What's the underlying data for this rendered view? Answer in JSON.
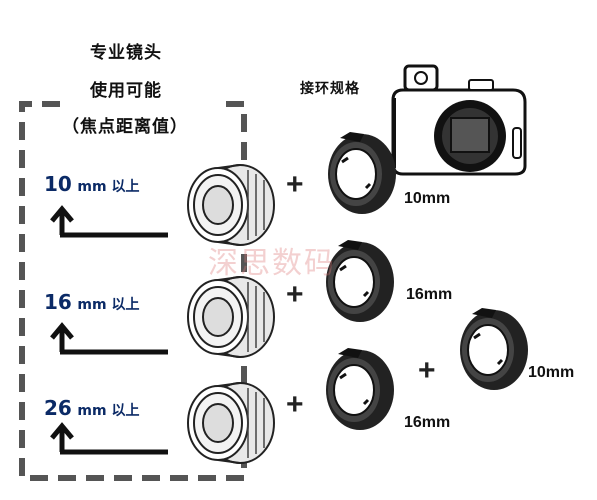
{
  "title": {
    "line1": "专业镜头",
    "line2": "使用可能",
    "line3": "（焦点距离值）"
  },
  "camera_label": "接环规格",
  "rows": [
    {
      "focal_value": "10",
      "focal_unit": "mm 以上",
      "rings": [
        "10mm"
      ]
    },
    {
      "focal_value": "16",
      "focal_unit": "mm 以上",
      "rings": [
        "16mm"
      ]
    },
    {
      "focal_value": "26",
      "focal_unit": "mm 以上",
      "rings": [
        "16mm",
        "10mm"
      ]
    }
  ],
  "plus_symbol": "+",
  "watermark": "深思数码",
  "colors": {
    "label_blue": "#0b2a66",
    "dash_gray": "#555555",
    "watermark": "#dc7878"
  }
}
